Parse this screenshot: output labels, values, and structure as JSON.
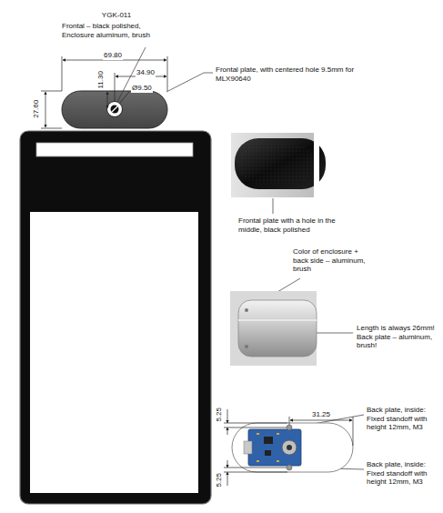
{
  "diagram": {
    "labels": [
      "YGK-011",
      "Frontal – black polished, Enclosure aluminum, brush",
      "69.80",
      "34.90",
      "11.30",
      "Ø9.50",
      "27.60",
      "Frontal plate, with centered hole 9.5mm for MLX90640",
      "Frontal plate with a hole in the middle, black polished",
      "Color of enclosure + back side – aluminum, brush",
      "Length is always 26mm! Back plate – aluminum, brush!",
      "5.25",
      "31.25",
      "Back plate, inside: Fixed standoff with height 12mm, M3",
      "5.25",
      "Back plate, inside: Fixed standoff with height 12mm, M3"
    ]
  }
}
